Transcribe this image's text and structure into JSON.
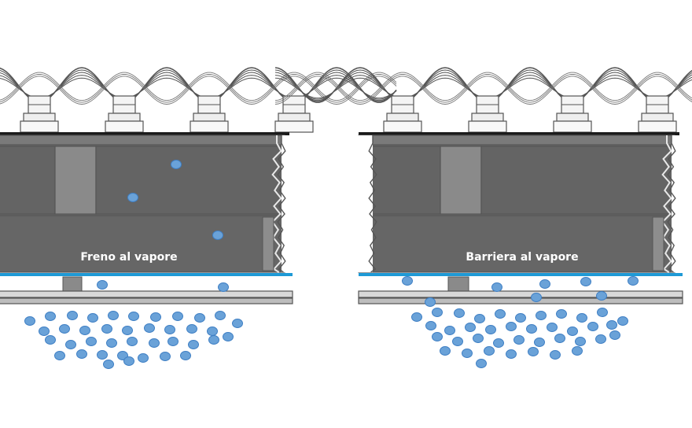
{
  "panels": [
    {
      "id": "left",
      "label": "Freno al vapore",
      "colors": {
        "membrane": "#1f9ad6",
        "drop": "#6aa2d8",
        "drop_stroke": "#3f7fc4",
        "insulation": "#6a6a6a",
        "stud": "#8a8a8a",
        "frame": "#555555",
        "structure": "#cfcfcf",
        "text": "#ffffff"
      }
    },
    {
      "id": "right",
      "label": "Barriera al vapore",
      "colors": {
        "membrane": "#1f9ad6",
        "drop": "#6aa2d8",
        "drop_stroke": "#3f7fc4",
        "insulation": "#6a6a6a",
        "stud": "#8a8a8a",
        "frame": "#555555",
        "structure": "#cfcfcf",
        "text": "#ffffff"
      }
    }
  ]
}
